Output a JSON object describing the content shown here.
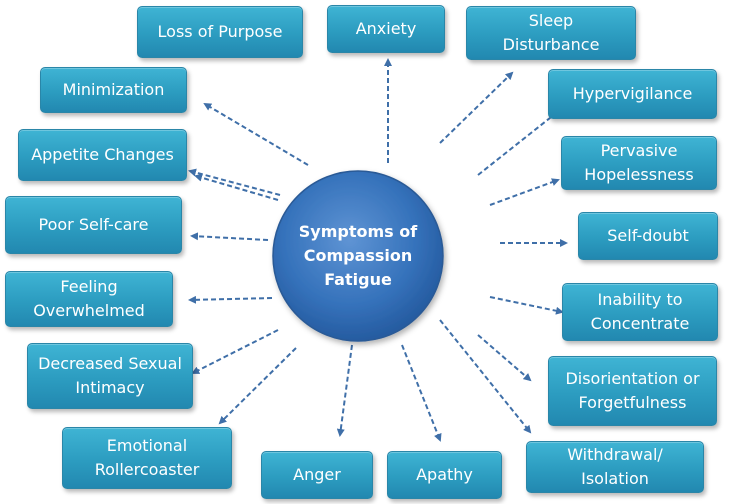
{
  "center": {
    "title": "Symptoms of\nCompassion\nFatigue"
  },
  "symptoms": [
    "Loss of Purpose",
    "Anxiety",
    "Sleep\nDisturbance",
    "Minimization",
    "Hypervigilance",
    "Appetite Changes",
    "Pervasive\nHopelessness",
    "Poor Self-care",
    "Self-doubt",
    "Feeling\nOverwhelmed",
    "Inability to\nConcentrate",
    "Decreased Sexual\nIntimacy",
    "Disorientation or\nForgetfulness",
    "Emotional\nRollercoaster",
    "Anger",
    "Apathy",
    "Withdrawal/\nIsolation"
  ],
  "colors": {
    "box": "#2c9cc0",
    "hub": "#2f68b0",
    "arrow": "#3f6fa8"
  }
}
